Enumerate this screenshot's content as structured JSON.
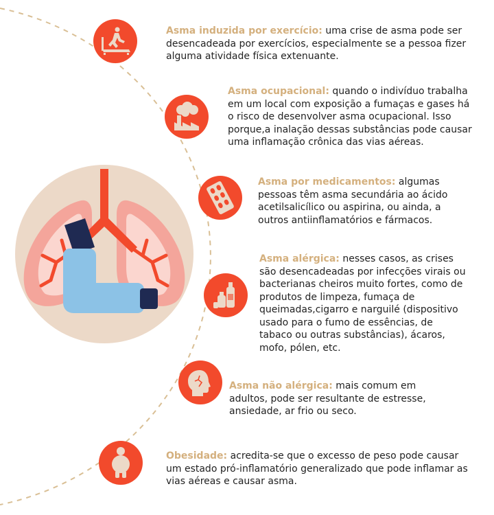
{
  "colors": {
    "accent": "#f24a2c",
    "title": "#d4b07e",
    "circle_bg": "#ecd9c8",
    "lung": "#f4a59b",
    "lung_inner": "#fbd6cf",
    "inhaler_body": "#8cc2e6",
    "inhaler_cap": "#1f2a52",
    "dashed_line": "#d9bf95"
  },
  "items": [
    {
      "icon": "treadmill-runner-icon",
      "title": "Asma induzida por exercício:",
      "text": " uma crise de asma pode ser desencadeada por exercícios, especialmente se a pessoa fizer alguma atividade física extenuante."
    },
    {
      "icon": "factory-smoke-icon",
      "title": "Asma ocupacional:",
      "text": " quando o indivíduo trabalha em um local com exposição a fumaças e gases há o risco de desenvolver asma ocupacional. Isso porque,a inalação dessas substâncias pode causar uma inflamação crônica das vias aéreas."
    },
    {
      "icon": "pill-blister-icon",
      "title": "Asma por medicamentos:",
      "text": " algumas pessoas têm asma secundária ao ácido acetilsalicílico ou aspirina, ou ainda, a outros antiinflamatórios e fármacos."
    },
    {
      "icon": "cleaning-bottles-icon",
      "title": "Asma alérgica:",
      "text": " nesses casos, as crises são desencadeadas por infecções virais ou bacterianas cheiros muito fortes, como de produtos de limpeza, fumaça de queimadas,cigarro e narguilé (dispositivo usado para o fumo de essências, de tabaco ou outras substâncias), ácaros, mofo, pólen, etc."
    },
    {
      "icon": "head-stress-icon",
      "title": "Asma não alérgica:",
      "text": " mais comum em adultos, pode ser resultante de estresse, ansiedade, ar frio ou seco."
    },
    {
      "icon": "obese-person-icon",
      "title": "Obesidade:",
      "text": " acredita-se que o excesso de peso pode causar um estado pró-inflamatório generalizado que pode inflamar as vias aéreas e causar asma."
    }
  ]
}
